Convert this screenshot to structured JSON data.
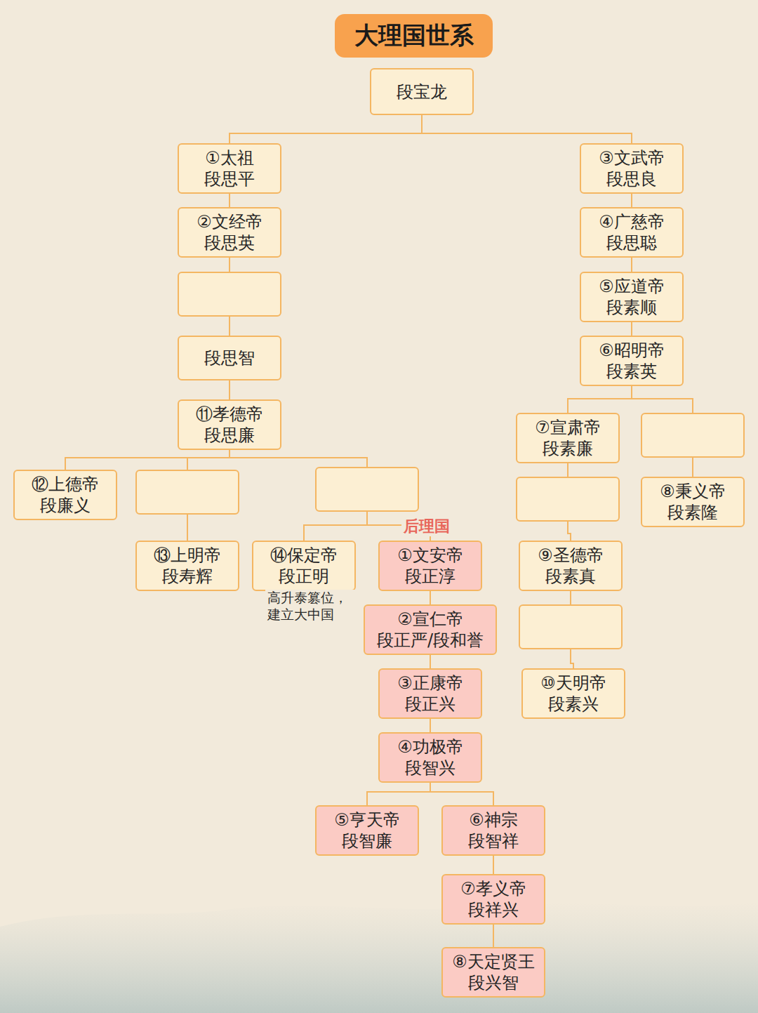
{
  "diagram": {
    "title": "大理国世系",
    "nodes": [
      {
        "text": [
          "段宝龙"
        ]
      },
      {
        "text": [
          "①太祖",
          "段思平"
        ]
      },
      {
        "text": [
          "③文武帝",
          "段思良"
        ]
      },
      {
        "text": [
          "②文经帝",
          "段思英"
        ]
      },
      {
        "text": [
          "④广慈帝",
          "段思聪"
        ]
      },
      {
        "text": [
          "⑤应道帝",
          "段素顺"
        ]
      },
      {
        "text": [
          "段思智"
        ]
      },
      {
        "text": [
          "⑥昭明帝",
          "段素英"
        ]
      },
      {
        "text": [
          "⑪孝德帝",
          "段思廉"
        ]
      },
      {
        "text": [
          "⑦宣肃帝",
          "段素廉"
        ]
      },
      {
        "text": [
          "⑫上德帝",
          "段廉义"
        ]
      },
      {
        "text": [
          "⑧秉义帝",
          "段素隆"
        ]
      },
      {
        "text": [
          "⑬上明帝",
          "段寿辉"
        ]
      },
      {
        "text": [
          "⑭保定帝",
          "段正明"
        ]
      },
      {
        "text": [
          "①文安帝",
          "段正淳"
        ]
      },
      {
        "text": [
          "⑨圣德帝",
          "段素真"
        ]
      },
      {
        "text": [
          "②宣仁帝",
          "段正严/段和誉"
        ]
      },
      {
        "text": [
          "⑩天明帝",
          "段素兴"
        ]
      },
      {
        "text": [
          "③正康帝",
          "段正兴"
        ]
      },
      {
        "text": [
          "④功极帝",
          "段智兴"
        ]
      },
      {
        "text": [
          "⑤亨天帝",
          "段智廉"
        ]
      },
      {
        "text": [
          "⑥神宗",
          "段智祥"
        ]
      },
      {
        "text": [
          "⑦孝义帝",
          "段祥兴"
        ]
      },
      {
        "text": [
          "⑧天定贤王",
          "段兴智"
        ]
      }
    ],
    "edges": [
      {
        "from": 0,
        "to": 1,
        "arrow": "none"
      },
      {
        "from": 0,
        "to": 2,
        "arrow": "none"
      },
      {
        "from": 1,
        "to": 3,
        "arrow": "none"
      },
      {
        "from": 3,
        "to": 6,
        "arrow": "none"
      },
      {
        "from": 6,
        "to": 8,
        "arrow": "none"
      },
      {
        "from": 8,
        "to": 10,
        "arrow": "none"
      },
      {
        "from": 8,
        "to": 12,
        "arrow": "none"
      },
      {
        "from": 8,
        "to": 13,
        "arrow": "none"
      },
      {
        "from": 8,
        "to": 14,
        "arrow": "none"
      },
      {
        "from": 2,
        "to": 4,
        "arrow": "none"
      },
      {
        "from": 4,
        "to": 5,
        "arrow": "none"
      },
      {
        "from": 5,
        "to": 7,
        "arrow": "none"
      },
      {
        "from": 7,
        "to": 9,
        "arrow": "none"
      },
      {
        "from": 7,
        "to": 11,
        "arrow": "none"
      },
      {
        "from": 9,
        "to": 15,
        "arrow": "none"
      },
      {
        "from": 15,
        "to": 17,
        "arrow": "none"
      },
      {
        "from": 14,
        "to": 16,
        "arrow": "none"
      },
      {
        "from": 16,
        "to": 18,
        "arrow": "none"
      },
      {
        "from": 18,
        "to": 19,
        "arrow": "none"
      },
      {
        "from": 19,
        "to": 20,
        "arrow": "none"
      },
      {
        "from": 19,
        "to": 21,
        "arrow": "none"
      },
      {
        "from": 21,
        "to": 22,
        "arrow": "none"
      },
      {
        "from": 22,
        "to": 23,
        "arrow": "none"
      }
    ],
    "labels": [
      "后理国",
      "高升泰篡位， 建立大中国"
    ]
  }
}
